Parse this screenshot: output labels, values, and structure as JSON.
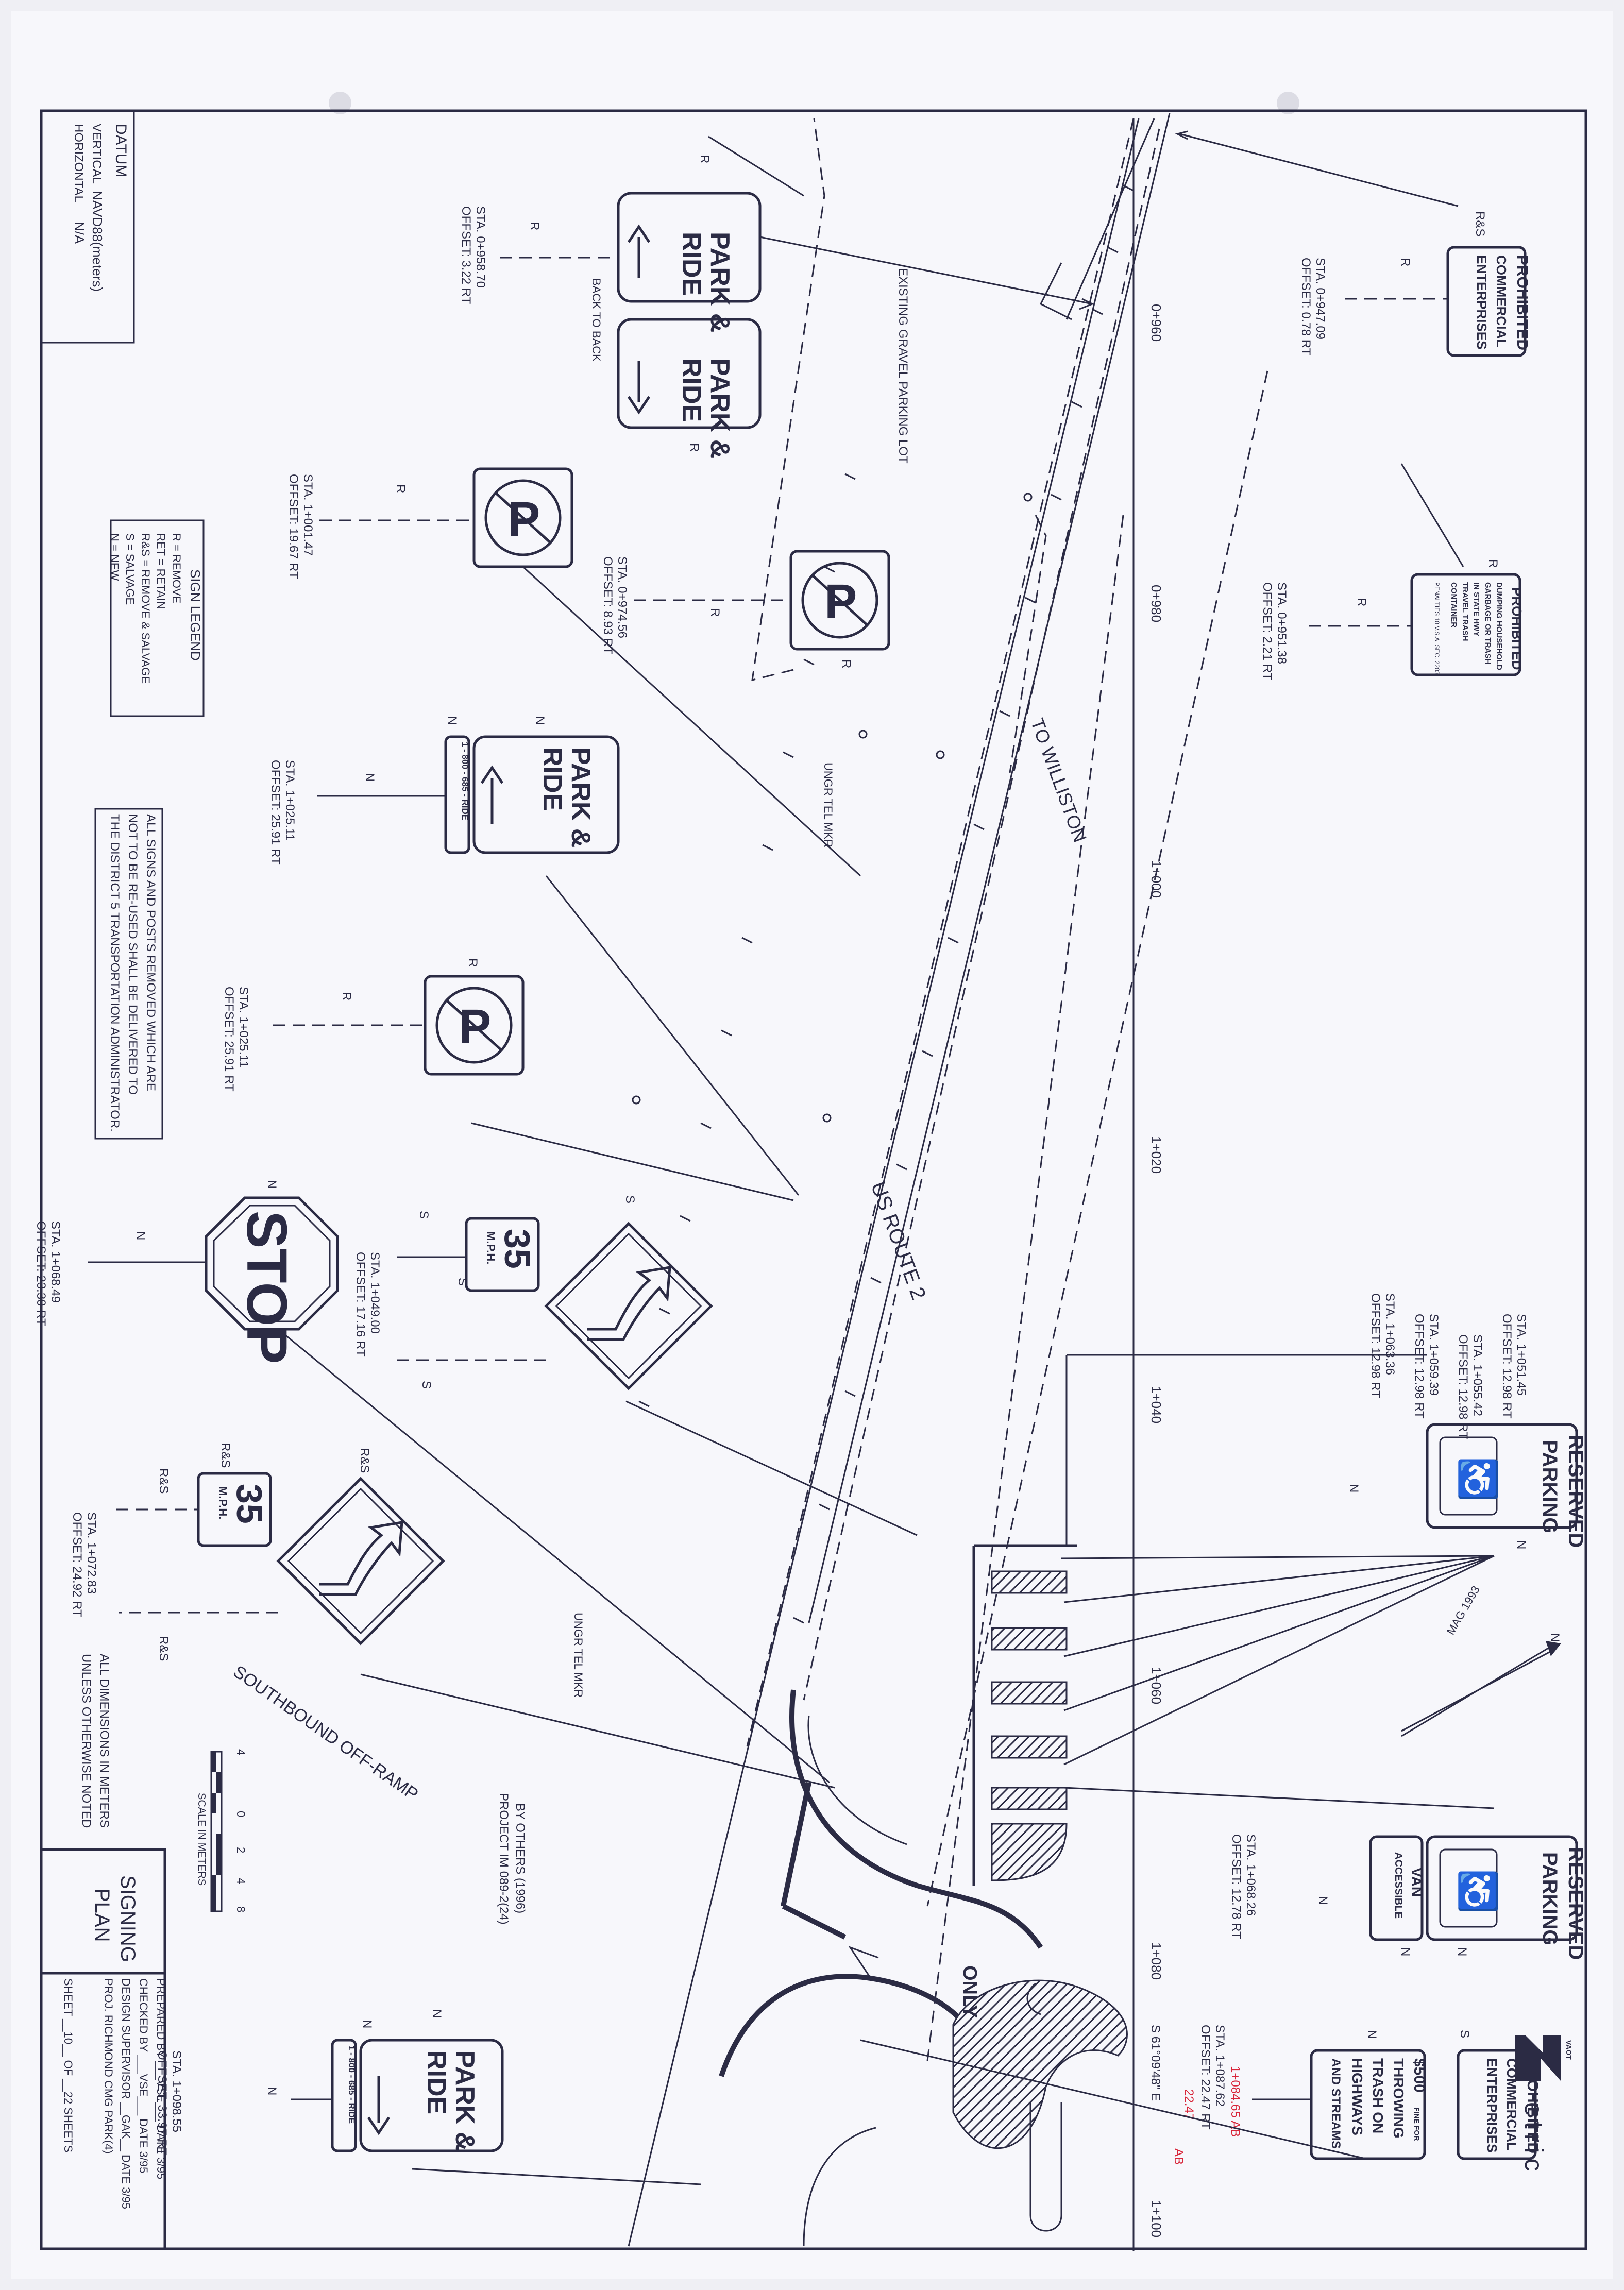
{
  "datum": {
    "title": "DATUM",
    "vertical_label": "VERTICAL",
    "vertical_value": "NAVD88(meters)",
    "horizontal_label": "HORIZONTAL",
    "horizontal_value": "N/A"
  },
  "legend": {
    "title": "SIGN LEGEND",
    "items": [
      "R = REMOVE",
      "RET = RETAIN",
      "R&S = REMOVE & SALVAGE",
      "S = SALVAGE",
      "N = NEW"
    ]
  },
  "removal_note": [
    "ALL SIGNS AND POSTS REMOVED WHICH ARE",
    "NOT TO BE RE-USED SHALL BE DELIVERED TO",
    "THE DISTRICT 5 TRANSPORTATION ADMINISTRATOR."
  ],
  "dimension_note": [
    "ALL DIMENSIONS IN METERS",
    "UNLESS OTHERWISE NOTED"
  ],
  "scale": {
    "label": "SCALE IN METERS",
    "ticks": [
      "4",
      "0",
      "2",
      "4",
      "8"
    ]
  },
  "title_block": {
    "title_line1": "SIGNING",
    "title_line2": "PLAN",
    "prepared": "PREPARED BY ___VSE___ DATE 3/95",
    "checked": "CHECKED BY ___VSE___ DATE 3/95",
    "design": "DESIGN SUPERVISOR __GAK__ DATE 3/95",
    "project": "PROJ. RICHMOND CMG PARK(4)",
    "sheet": "SHEET __10__ OF __22 SHEETS"
  },
  "logo": {
    "letter": "M",
    "agency": "VAOT",
    "word": "etric"
  },
  "stations": [
    "0+960",
    "0+980",
    "1+000",
    "1+020",
    "1+040",
    "1+060",
    "1+080",
    "1+100"
  ],
  "road_labels": {
    "route": "US ROUTE 2",
    "to": "TO WILLISTON",
    "ramp": "SOUTHBOUND OFF-RAMP",
    "lot": "EXISTING GRAVEL PARKING LOT",
    "tel1": "UNGR TEL MKR",
    "tel2": "UNGR TEL MKR",
    "project": "PROJECT IM 089-2(24)",
    "project_by": "BY OTHERS (1996)",
    "bearing": "S 61°09'48\" E",
    "mag": "MAG 1993",
    "only": "ONLY",
    "back_to_back": "BACK TO BACK"
  },
  "signs": {
    "pr1_sta": "STA. 0+958.70",
    "pr1_off": "OFFSET: 3.22 RT",
    "pr_text1": "PARK &",
    "pr_text2": "RIDE",
    "nopark1_sta": "STA. 1+001.47",
    "nopark1_off": "OFFSET: 19.67 RT",
    "nopark2_sta": "STA. 0+974.56",
    "nopark2_off": "OFFSET: 8.93 RT",
    "pr3_sta": "STA. 1+025.11",
    "pr3_off": "OFFSET: 25.91 RT",
    "phone": "1 - 800 - 685 - RIDE",
    "nopark3_sta": "STA. 1+025.11",
    "nopark3_off": "OFFSET: 25.91 RT",
    "stop_text": "STOP",
    "stop_sta": "STA. 1+068.49",
    "stop_off": "OFFSET: 23.30 RT",
    "speed_num": "35",
    "speed_unit": "M.P.H.",
    "speed1_sta": "STA. 1+049.00",
    "speed1_off": "OFFSET: 17.16 RT",
    "speed2_sta": "STA. 1+072.83",
    "speed2_off": "OFFSET: 24.92 RT",
    "pr_last_sta": "STA. 1+098.55",
    "pr_last_off": "OFFSET: 33.97 RT",
    "prohibited": "PROHIBITED",
    "commercial": "COMMERCIAL",
    "enterprises": "ENTERPRISES",
    "prohib1_sta": "STA. 0+947.09",
    "prohib1_off": "OFFSET: 0.78 RT",
    "dumping1": "DUMPING HOUSEHOLD",
    "dumping2": "GARBAGE OR TRASH",
    "dumping3": "IN STATE HWY",
    "dumping4": "TRAVEL TRASH",
    "dumping5": "CONTAINER",
    "dumping_fine": "PENALTIES 10 V.S.A. SEC. 2203",
    "dump_sta": "STA. 0+951.38",
    "dump_off": "OFFSET: 2.21 RT",
    "reserved": "RESERVED",
    "parking": "PARKING",
    "res_sta1": "STA. 1+051.45",
    "res_off1": "OFFSET: 12.98 RT",
    "res_sta2": "STA. 1+055.42",
    "res_off2": "OFFSET: 12.98 RT",
    "res_sta3": "STA. 1+059.39",
    "res_off3": "OFFSET: 12.98 RT",
    "res_sta4": "STA. 1+063.36",
    "res_off4": "OFFSET: 12.98 RT",
    "van1": "VAN",
    "van2": "ACCESSIBLE",
    "van_sta": "STA. 1+068.26",
    "van_off": "OFFSET: 12.78 RT",
    "fine1": "$500",
    "fine2": "FINE FOR",
    "fine3": "THROWING",
    "fine4": "TRASH ON",
    "fine5": "HIGHWAYS",
    "fine6": "AND STREAMS",
    "last_sta": "STA. 1+087.62",
    "last_off": "OFFSET: 22.47 RT",
    "red1": "1+084.65 AB",
    "red2": "22.47",
    "red3": "AB"
  },
  "codes": {
    "r": "R",
    "rs": "R&S",
    "n": "N",
    "s": "S"
  }
}
